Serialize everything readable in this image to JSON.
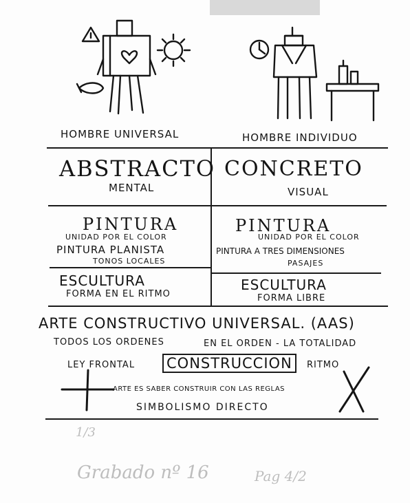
{
  "figures": {
    "left_caption": "HOMBRE UNIVERSAL",
    "right_caption": "HOMBRE INDIVIDUO"
  },
  "columns": {
    "left": {
      "title": "ABSTRACTO",
      "subtitle": "MENTAL",
      "pintura": "PINTURA",
      "pintura_line1": "UNIDAD POR EL COLOR",
      "pintura_line2": "PINTURA PLANISTA",
      "pintura_line3": "TONOS LOCALES",
      "escultura": "ESCULTURA",
      "escultura_line1": "FORMA EN EL RITMO"
    },
    "right": {
      "title": "CONCRETO",
      "subtitle": "VISUAL",
      "pintura": "PINTURA",
      "pintura_line1": "UNIDAD POR EL COLOR",
      "pintura_line2": "PINTURA A TRES DIMENSIONES",
      "pintura_line3": "PASAJES",
      "escultura": "ESCULTURA",
      "escultura_line1": "FORMA LIBRE"
    }
  },
  "bottom": {
    "heading": "ARTE CONSTRUCTIVO UNIVERSAL. (AAS)",
    "line1_left": "TODOS LOS ORDENES",
    "line1_right": "EN EL ORDEN - LA TOTALIDAD",
    "ley_frontal": "LEY FRONTAL",
    "construccion": "CONSTRUCCION",
    "ritmo": "RITMO",
    "arte_reglas": "ARTE ES SABER CONSTRUIR CON LAS REGLAS",
    "simbolismo": "SIMBOLISMO DIRECTO"
  },
  "pencil": {
    "note": "1/3",
    "label": "Grabado nº 16",
    "page": "Pag 4/2"
  }
}
